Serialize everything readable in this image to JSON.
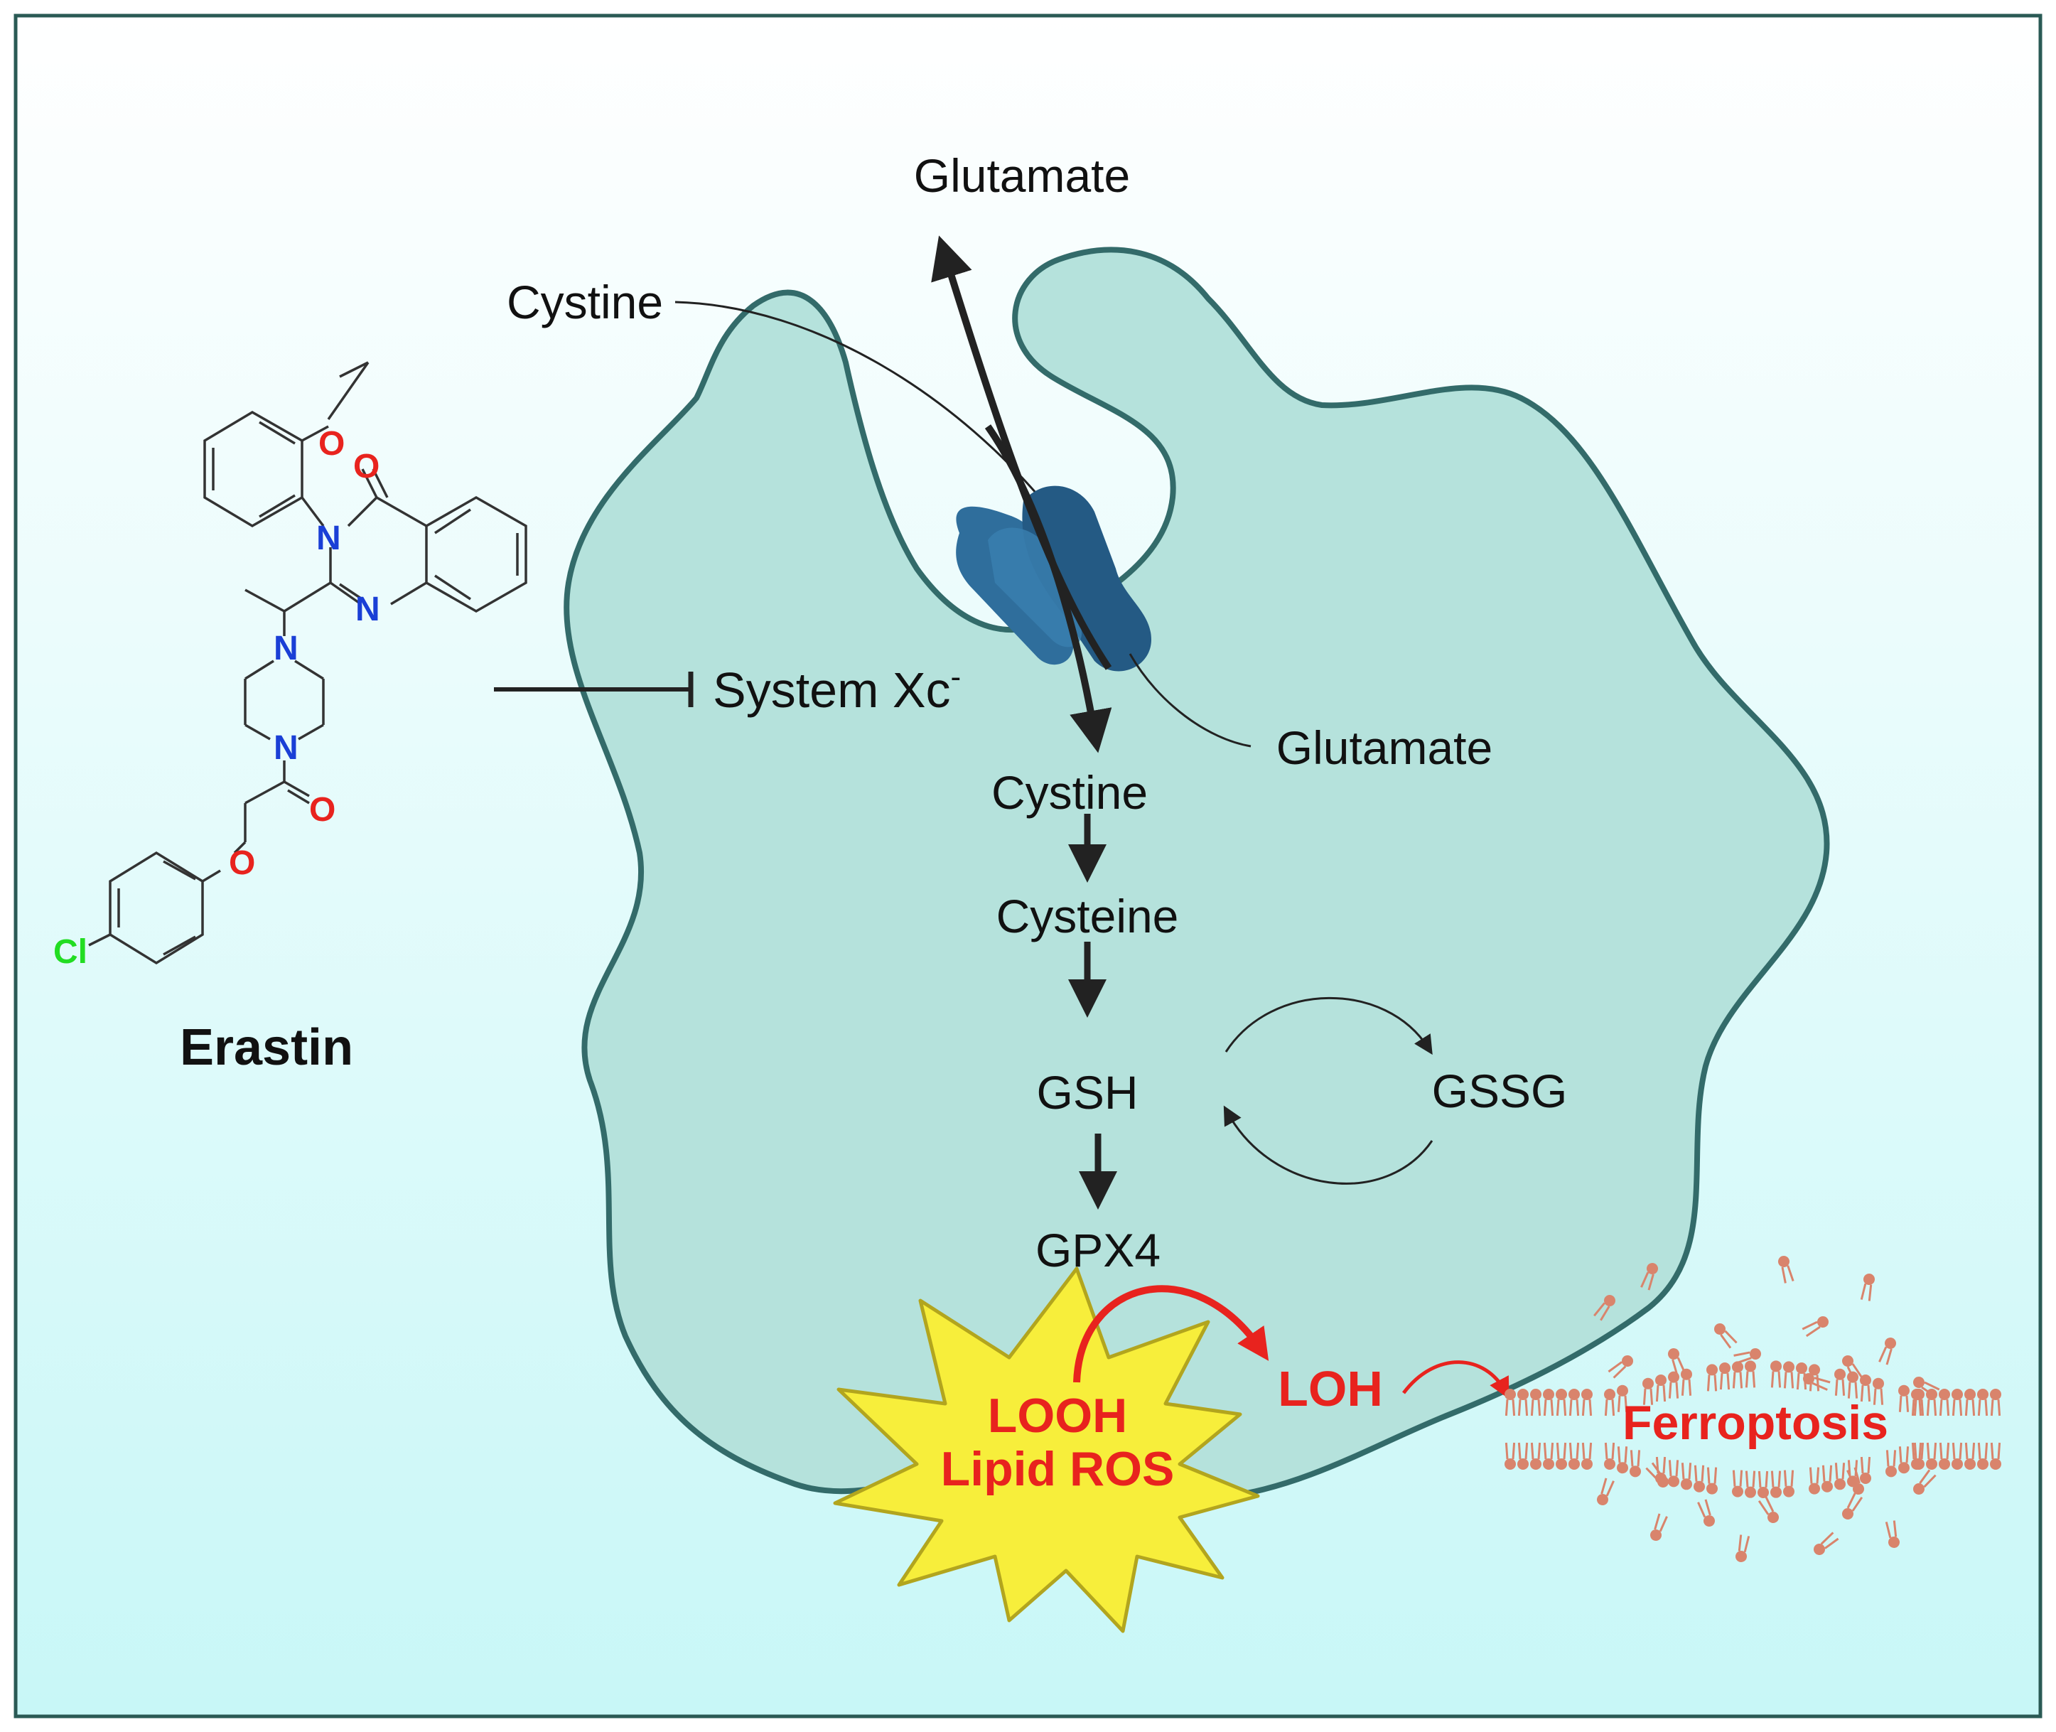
{
  "labels": {
    "glutamate_out": "Glutamate",
    "cystine_out": "Cystine",
    "system_xc": "System Xc",
    "system_xc_sup": "-",
    "glutamate_in": "Glutamate",
    "cystine_in": "Cystine",
    "cysteine": "Cysteine",
    "gsh": "GSH",
    "gssg": "GSSG",
    "gpx4": "GPX4",
    "looh": "LOOH",
    "lipid_ros": "Lipid ROS",
    "loh": "LOH",
    "ferroptosis": "Ferroptosis",
    "erastin": "Erastin"
  },
  "atoms": {
    "oxygen": "O",
    "nitrogen": "N",
    "chlorine": "Cl"
  },
  "colors": {
    "border": "#2a5a55",
    "cell_fill": "#b5e2dc",
    "cell_stroke": "#336b6a",
    "bg_top": "#ffffff",
    "bg_bottom": "#c8f7f7",
    "transporter": "#2f6e9c",
    "transporter_dark": "#245a84",
    "arrow": "#222222",
    "red": "#e8231e",
    "star_fill": "#f7ee3b",
    "star_stroke": "#b2a51e",
    "lipid": "#d9846c",
    "oxygen": "#e8231e",
    "nitrogen": "#1a3fd6",
    "chlorine": "#22dd22"
  }
}
